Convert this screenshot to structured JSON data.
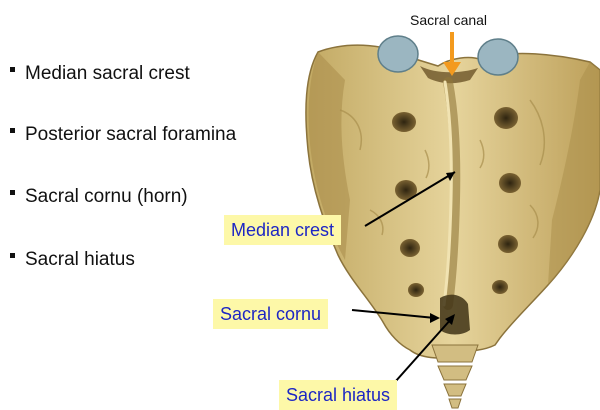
{
  "bullets": [
    "Median sacral crest",
    "Posterior sacral foramina",
    "Sacral cornu (horn)",
    "Sacral hiatus"
  ],
  "labels": {
    "sacral_canal": "Sacral canal",
    "median_crest": "Median crest",
    "sacral_cornu": "Sacral cornu",
    "sacral_hiatus": "Sacral hiatus"
  },
  "colors": {
    "bone": "#d9c58a",
    "callout_bg": "#fdf8a8",
    "callout_text": "#1d26c4",
    "arrow": "#f39a1e"
  }
}
